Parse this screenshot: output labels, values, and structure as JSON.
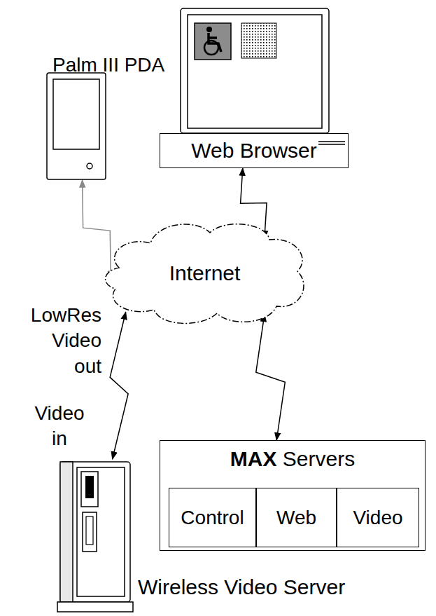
{
  "diagram": {
    "nodes": [
      {
        "text": [
          "Palm III PDA"
        ]
      },
      {
        "text": [
          "Web Browser"
        ]
      },
      {
        "text": [
          "Internet"
        ]
      },
      {
        "text": [
          "MAX Servers"
        ]
      },
      {
        "text": [
          "Control"
        ],
        "in": 3
      },
      {
        "text": [
          "Web"
        ],
        "in": 3
      },
      {
        "text": [
          "Video"
        ],
        "in": 3
      },
      {
        "text": [
          "Wireless Video Server"
        ]
      }
    ],
    "edges": [
      {
        "from": 0,
        "to": 2,
        "arrow": "both"
      },
      {
        "from": 1,
        "to": 2,
        "arrow": "both"
      },
      {
        "from": 3,
        "to": 2,
        "arrow": "both"
      },
      {
        "from": 7,
        "to": 2,
        "arrow": "both",
        "label": "LowRes Video out"
      }
    ],
    "labels": [
      "Video in"
    ]
  }
}
